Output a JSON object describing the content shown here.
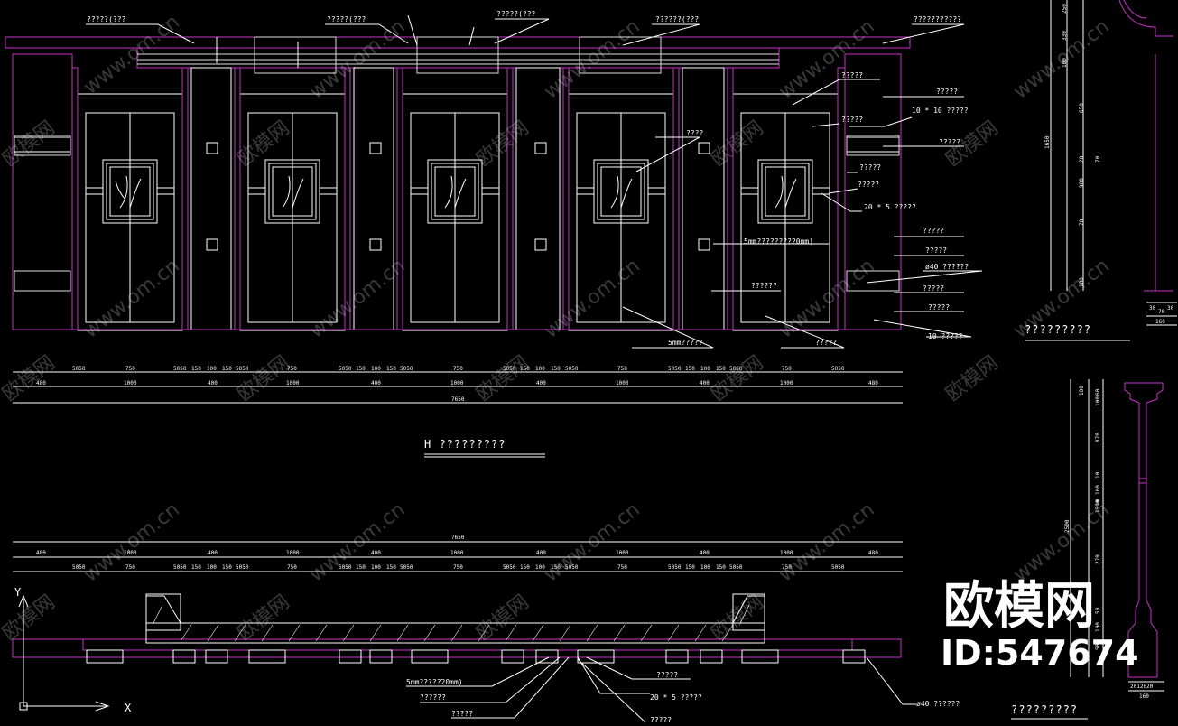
{
  "elevation": {
    "title": "H ?????????",
    "top_labels": [
      "?????(???",
      "?????(???",
      "?????(???",
      "??????(???",
      "???????????"
    ],
    "right_labels": [
      "?????",
      "?????",
      "10 * 10 ?????",
      "?????",
      "?????",
      "?????",
      "?????",
      "20 * 5 ?????",
      "?????",
      "?????",
      "ø40 ??????",
      "?????",
      "?????",
      "10 ?????"
    ],
    "bottom_labels": [
      "????",
      "5mm????????20mm)",
      "??????",
      "5mm?????",
      "?????"
    ],
    "dims_fine": [
      "5050",
      "750",
      "5050",
      "150",
      "100",
      "150",
      "5050",
      "750",
      "5050",
      "150",
      "100",
      "150",
      "5050",
      "750",
      "5050",
      "150",
      "100",
      "150",
      "5050",
      "750",
      "5050",
      "150",
      "100",
      "150",
      "5050",
      "750",
      "5050"
    ],
    "dims_mid": [
      "480",
      "1000",
      "400",
      "1000",
      "400",
      "1000",
      "400",
      "1000",
      "400",
      "1000",
      "480"
    ],
    "dims_total": "7650"
  },
  "plan": {
    "title": "?????????",
    "dims_total": "7650",
    "dims_mid": [
      "480",
      "1000",
      "400",
      "1000",
      "400",
      "1000",
      "400",
      "1000",
      "400",
      "1000",
      "480"
    ],
    "dims_fine": [
      "5050",
      "750",
      "5050",
      "150",
      "100",
      "150",
      "5050",
      "750",
      "5050",
      "150",
      "100",
      "150",
      "5050",
      "750",
      "5050",
      "150",
      "100",
      "150",
      "5050",
      "750",
      "5050",
      "150",
      "100",
      "150",
      "5050",
      "750",
      "5050"
    ],
    "labels": [
      "5mm?????20mm)",
      "??????",
      "?????",
      "?????",
      "20 * 5 ?????",
      "?????",
      "ø40 ??????"
    ]
  },
  "section": {
    "title": "?????????",
    "dims": [
      "250",
      "330",
      "100",
      "650",
      "1650",
      "900",
      "70",
      "20",
      "70",
      "100"
    ],
    "dims_bottom": [
      "30",
      "70",
      "30",
      "160"
    ]
  },
  "column": {
    "title": "?????????",
    "dims": [
      "100",
      "60",
      "100",
      "870",
      "10",
      "100",
      "10",
      "2500",
      "1590",
      "270",
      "50",
      "100",
      "50"
    ],
    "dims_bottom": [
      "2012020",
      "160"
    ]
  },
  "axes": {
    "y": "Y",
    "x": "X"
  },
  "watermark": {
    "url": "www.om.cn",
    "brand_small": "欧模网",
    "brand_large": "欧模网",
    "id": "ID:547674"
  },
  "colors": {
    "background": "#000000",
    "frame": "#c832c8",
    "line": "#ffffff",
    "leader": "#ffffff"
  }
}
